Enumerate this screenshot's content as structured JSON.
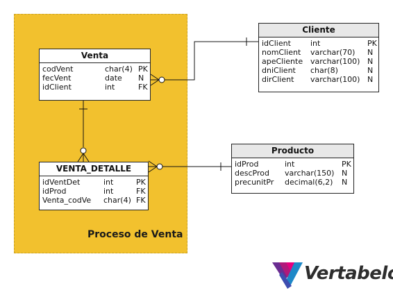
{
  "area": {
    "label": "Proceso de Venta"
  },
  "tables": {
    "venta": {
      "name": "Venta",
      "rows": [
        {
          "col": "codVent",
          "type": "char(4)",
          "key": "PK"
        },
        {
          "col": "fecVent",
          "type": "date",
          "key": "N"
        },
        {
          "col": "idClient",
          "type": "int",
          "key": "FK"
        }
      ]
    },
    "venta_detalle": {
      "name": "VENTA_DETALLE",
      "rows": [
        {
          "col": "idVentDet",
          "type": "int",
          "key": "PK"
        },
        {
          "col": "idProd",
          "type": "int",
          "key": "FK"
        },
        {
          "col": "Venta_codVe",
          "type": "char(4)",
          "key": "FK"
        }
      ]
    },
    "cliente": {
      "name": "Cliente",
      "rows": [
        {
          "col": "idClient",
          "type": "int",
          "key": "PK"
        },
        {
          "col": "nomClient",
          "type": "varchar(70)",
          "key": "N"
        },
        {
          "col": "apeCliente",
          "type": "varchar(100)",
          "key": "N"
        },
        {
          "col": "dniClient",
          "type": "char(8)",
          "key": "N"
        },
        {
          "col": "dirClient",
          "type": "varchar(100)",
          "key": "N"
        }
      ]
    },
    "producto": {
      "name": "Producto",
      "rows": [
        {
          "col": "idProd",
          "type": "int",
          "key": "PK"
        },
        {
          "col": "descProd",
          "type": "varchar(150)",
          "key": "N"
        },
        {
          "col": "precunitPr",
          "type": "decimal(6,2)",
          "key": "N"
        }
      ]
    }
  },
  "relationships": [
    {
      "from": "cliente",
      "to": "venta",
      "from_card": "one",
      "to_card": "zero-or-many"
    },
    {
      "from": "venta",
      "to": "venta_detalle",
      "from_card": "one",
      "to_card": "zero-or-many"
    },
    {
      "from": "producto",
      "to": "venta_detalle",
      "from_card": "one",
      "to_card": "zero-or-many"
    }
  ],
  "colors": {
    "area": "#f2c12e",
    "logo_purple": "#6a2c91",
    "logo_pink": "#e6007e",
    "logo_blue": "#1e88c8"
  },
  "logo": {
    "text": "Vertabelo",
    "icon": "vertabelo-logo-icon"
  }
}
